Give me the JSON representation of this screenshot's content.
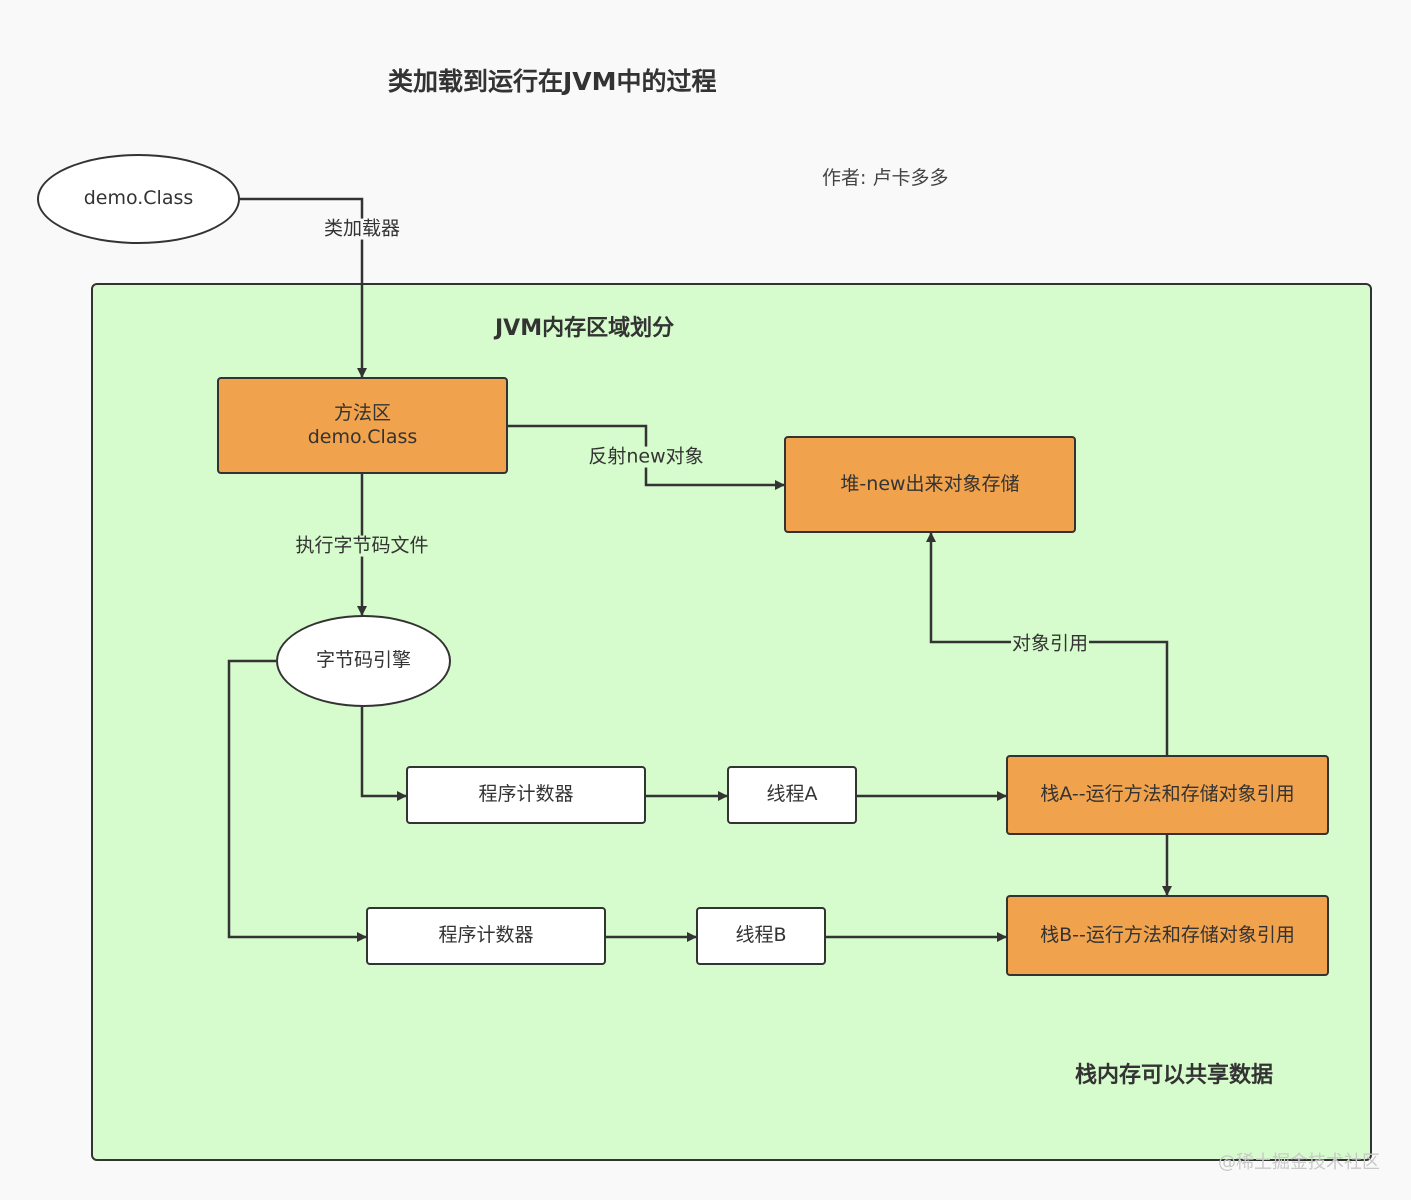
{
  "title": "类加载到运行在JVM中的过程",
  "author": "作者: 卢卡多多",
  "region": {
    "title": "JVM内存区域划分",
    "note": "栈内存可以共享数据"
  },
  "nodes": {
    "demo_class": "demo.Class",
    "method_area_line1": "方法区",
    "method_area_line2": "demo.Class",
    "heap": "堆-new出来对象存储",
    "bytecode_engine": "字节码引擎",
    "pc_a": "程序计数器",
    "thread_a": "线程A",
    "stack_a": "栈A--运行方法和存储对象引用",
    "pc_b": "程序计数器",
    "thread_b": "线程B",
    "stack_b": "栈B--运行方法和存储对象引用"
  },
  "edge_labels": {
    "class_loader": "类加载器",
    "reflect_new": "反射new对象",
    "exec_bytecode": "执行字节码文件",
    "object_ref": "对象引用"
  },
  "watermark": "@稀土掘金技术社区",
  "colors": {
    "region_fill": "#d6fbcc",
    "process_orange": "#f0a24c",
    "stroke": "#333333"
  }
}
